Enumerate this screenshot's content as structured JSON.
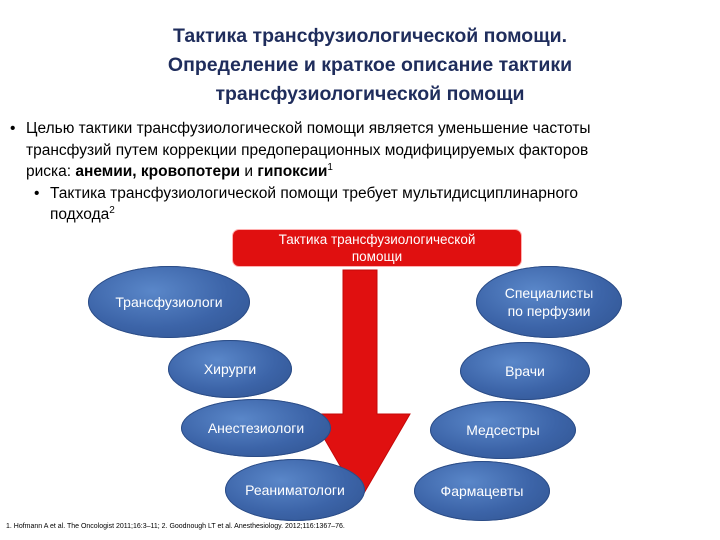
{
  "title": {
    "line1": "Тактика трансфузиологической помощи.",
    "line2": "Определение и краткое описание тактики",
    "line3": "трансфузиологической помощи"
  },
  "bullets": {
    "first": {
      "bullet": "•",
      "line1": "Целью тактики трансфузиологической помощи является уменьшение частоты",
      "line2": "трансфузий путем коррекции предоперационных модифицируемых факторов",
      "line3_prefix": "риска: ",
      "bold1": "анемии, кровопотери",
      "mid": " и ",
      "bold2": "гипоксии",
      "sup": "1"
    },
    "second": {
      "bullet": "•",
      "line1": "Тактика трансфузиологической помощи требует мультидисциплинарного",
      "line2": "подхода",
      "sup": "2"
    }
  },
  "diagram": {
    "center_line1": "Тактика трансфузиологической",
    "center_line2": "помощи",
    "left_nodes": [
      "Трансфузиологи",
      "Хирурги",
      "Анестезиологи",
      "Реаниматологи"
    ],
    "right_nodes": [
      "Специалисты по перфузии",
      "Врачи",
      "Медсестры",
      "Фармацевты"
    ],
    "right_node_0_line1": "Специалисты",
    "right_node_0_line2": "по перфузии",
    "arrow_color": "#e01010",
    "node_color": "#3c64a8"
  },
  "footnote": "1. Hofmann A et al. The Oncologist 2011;16:3–11; 2. Goodnough LT et al. Anesthesiology. 2012;116:1367–76."
}
